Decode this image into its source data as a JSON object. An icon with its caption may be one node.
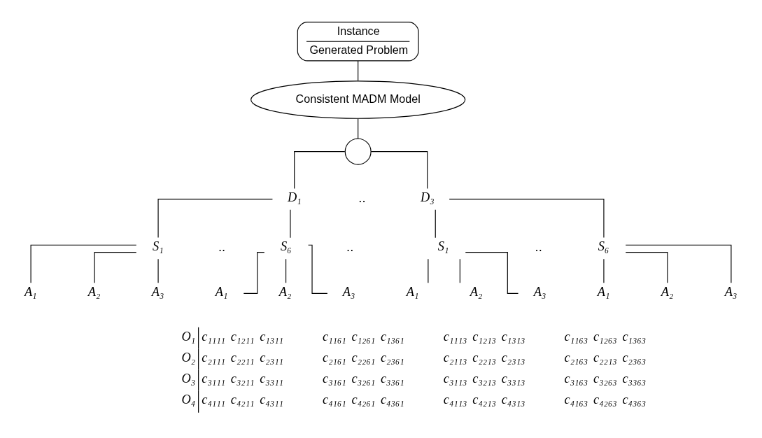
{
  "diagram": {
    "nodes": [
      {
        "text": [
          "Instance",
          "Generated Problem"
        ]
      },
      {
        "text": [
          "Consistent MADM Model"
        ]
      },
      {
        "text": [],
        "shape": "circle"
      },
      {
        "text": [
          "D₁"
        ]
      },
      {
        "text": [
          "S₁"
        ]
      },
      {
        "text": [
          "A₁"
        ]
      },
      {
        "text": [
          "A₂"
        ]
      },
      {
        "text": [
          "A₃"
        ]
      },
      {
        "text": [
          "S₆"
        ]
      },
      {
        "text": [
          "A₁"
        ]
      },
      {
        "text": [
          "A₂"
        ]
      },
      {
        "text": [
          "A₃"
        ]
      },
      {
        "text": [
          "D₃"
        ]
      },
      {
        "text": [
          "S₁"
        ]
      },
      {
        "text": [
          "A₁"
        ]
      },
      {
        "text": [
          "A₂"
        ]
      },
      {
        "text": [
          "A₃"
        ]
      },
      {
        "text": [
          "S₆"
        ]
      },
      {
        "text": [
          "A₁"
        ]
      },
      {
        "text": [
          "A₂"
        ]
      },
      {
        "text": [
          "A₃"
        ]
      }
    ],
    "edges": [
      {
        "from": 0,
        "to": 1,
        "arrow": "none"
      },
      {
        "from": 1,
        "to": 2,
        "arrow": "none"
      },
      {
        "from": 2,
        "to": 3,
        "arrow": "none"
      },
      {
        "from": 2,
        "to": 12,
        "arrow": "none"
      },
      {
        "from": 3,
        "to": 4,
        "arrow": "none"
      },
      {
        "from": 3,
        "to": 8,
        "arrow": "none"
      },
      {
        "from": 4,
        "to": 5,
        "arrow": "none"
      },
      {
        "from": 4,
        "to": 6,
        "arrow": "none"
      },
      {
        "from": 4,
        "to": 7,
        "arrow": "none"
      },
      {
        "from": 8,
        "to": 9,
        "arrow": "none"
      },
      {
        "from": 8,
        "to": 10,
        "arrow": "none"
      },
      {
        "from": 8,
        "to": 11,
        "arrow": "none"
      },
      {
        "from": 12,
        "to": 13,
        "arrow": "none"
      },
      {
        "from": 12,
        "to": 17,
        "arrow": "none"
      },
      {
        "from": 13,
        "to": 14,
        "arrow": "none"
      },
      {
        "from": 13,
        "to": 15,
        "arrow": "none"
      },
      {
        "from": 13,
        "to": 16,
        "arrow": "none"
      },
      {
        "from": 17,
        "to": 18,
        "arrow": "none"
      },
      {
        "from": 17,
        "to": 19,
        "arrow": "none"
      },
      {
        "from": 17,
        "to": 20,
        "arrow": "none"
      }
    ],
    "labels": [
      "..",
      "..",
      "..",
      "..",
      "O₁",
      "c₁₁₁₁",
      "c₁₂₁₁",
      "c₁₃₁₁",
      "c₁₁₆₁",
      "c₁₂₆₁",
      "c₁₃₆₁",
      "c₁₁₁₃",
      "c₁₂₁₃",
      "c₁₃₁₃",
      "c₁₁₆₃",
      "c₁₂₆₃",
      "c₁₃₆₃",
      "O₂",
      "c₂₁₁₁",
      "c₂₂₁₁",
      "c₂₃₁₁",
      "c₂₁₆₁",
      "c₂₂₆₁",
      "c₂₃₆₁",
      "c₂₁₁₃",
      "c₂₂₁₃",
      "c₂₃₁₃",
      "c₂₁₆₃",
      "c₂₂₁₃",
      "c₂₃₆₃",
      "O₃",
      "c₃₁₁₁",
      "c₃₂₁₁",
      "c₃₃₁₁",
      "c₃₁₆₁",
      "c₃₂₆₁",
      "c₃₃₆₁",
      "c₃₁₁₃",
      "c₃₂₁₃",
      "c₃₃₁₃",
      "c₃₁₆₃",
      "c₃₂₆₃",
      "c₃₃₆₃",
      "O₄",
      "c₄₁₁₁",
      "c₄₂₁₁",
      "c₄₃₁₁",
      "c₄₁₆₁",
      "c₄₂₆₁",
      "c₄₃₆₁",
      "c₄₁₁₃",
      "c₄₂₁₃",
      "c₄₃₁₃",
      "c₄₁₆₃",
      "c₄₂₆₃",
      "c₄₃₆₃"
    ]
  }
}
